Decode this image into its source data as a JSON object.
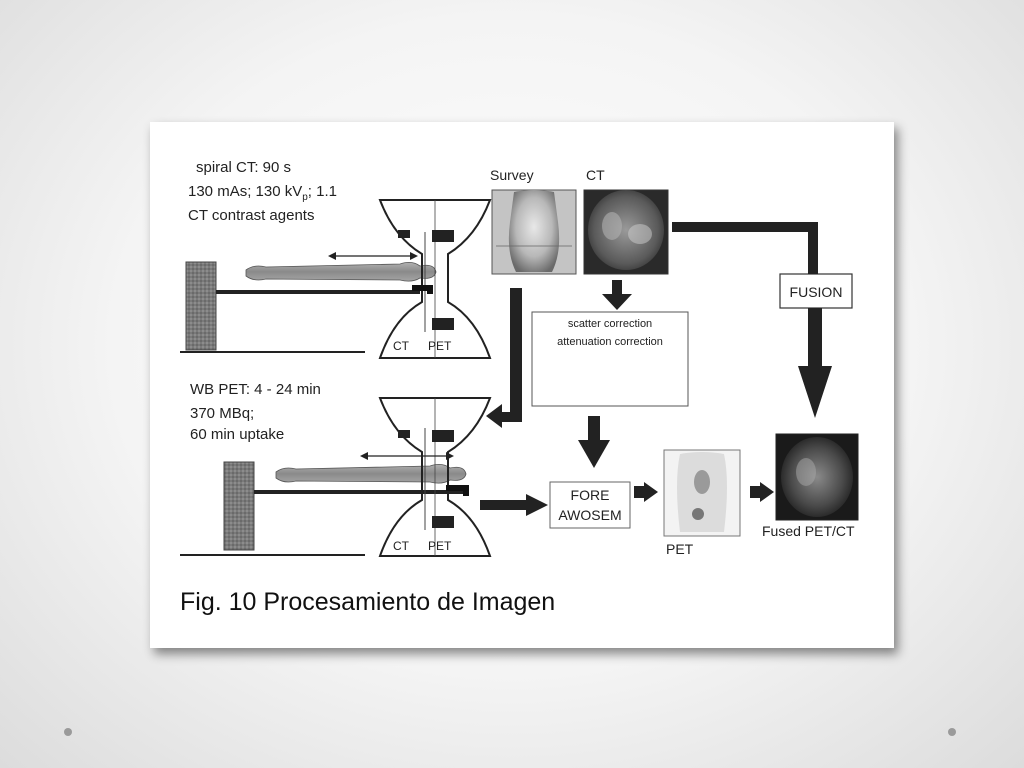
{
  "diagram": {
    "spiral_ct": {
      "line1": "spiral CT: 90 s",
      "line2_a": "130 mAs; 130 kV",
      "line2_sub": "p",
      "line2_b": "; 1.1",
      "line3": "CT contrast agents"
    },
    "wb_pet": {
      "line1": "WB PET: 4 - 24 min",
      "line2": "370 MBq;",
      "line3": "60 min uptake"
    },
    "scanner_labels": {
      "ct": "CT",
      "pet": "PET"
    },
    "image_labels": {
      "survey": "Survey",
      "ct": "CT",
      "pet": "PET",
      "fused": "Fused PET/CT"
    },
    "correction_box": {
      "line1": "scatter correction",
      "line2": "attenuation correction"
    },
    "recon_box": {
      "line1": "FORE",
      "line2": "AWOSEM"
    },
    "fusion_box": "FUSION"
  },
  "caption": "Fig. 10 Procesamiento de Imagen",
  "colors": {
    "background": "#f0f0f0",
    "card": "#ffffff",
    "ink": "#222222"
  }
}
